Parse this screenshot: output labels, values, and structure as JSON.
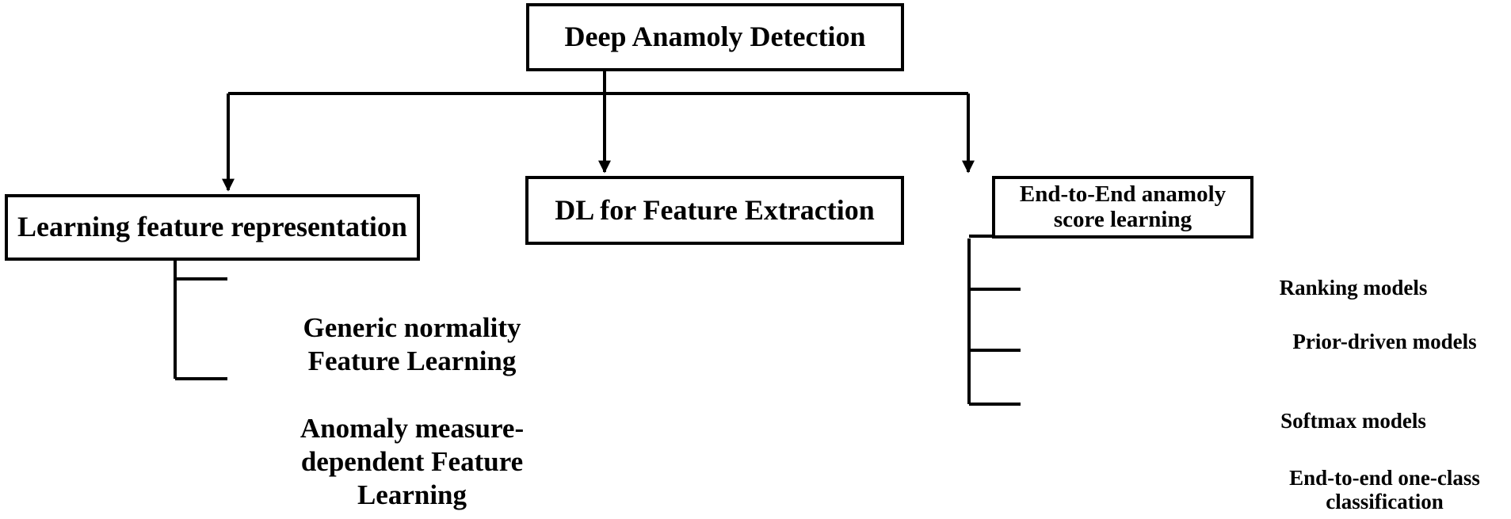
{
  "root": {
    "label": "Deep Anamoly Detection"
  },
  "branches": {
    "learning": {
      "label": "Learning feature representation",
      "children": [
        {
          "lines": [
            "Generic normality",
            "Feature Learning"
          ]
        },
        {
          "lines": [
            "Anomaly measure-",
            "dependent Feature",
            "Learning"
          ]
        }
      ]
    },
    "dl": {
      "label": "DL for Feature Extraction"
    },
    "e2e": {
      "lines": [
        "End-to-End anamoly",
        "score learning"
      ],
      "children": [
        {
          "lines": [
            "Ranking models"
          ]
        },
        {
          "lines": [
            "Prior-driven models"
          ]
        },
        {
          "lines": [
            "Softmax models"
          ]
        },
        {
          "lines": [
            "End-to-end one-class",
            "classification"
          ]
        }
      ]
    }
  },
  "colors": {
    "stroke": "#000000",
    "background": "#ffffff"
  }
}
